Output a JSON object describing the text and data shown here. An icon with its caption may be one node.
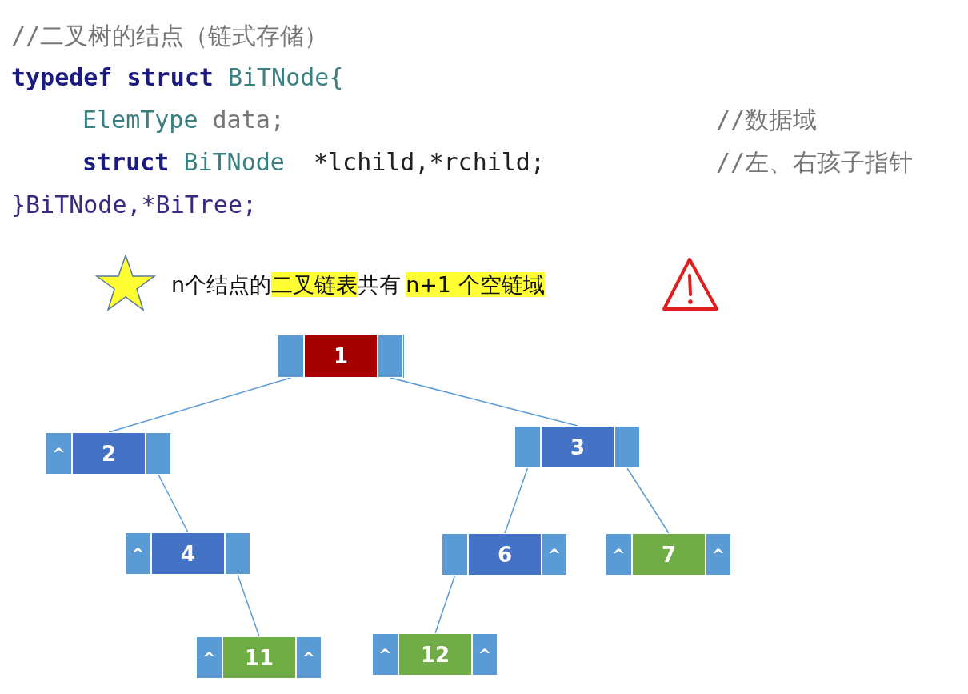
{
  "diagram": {
    "nodes": [
      {
        "text": [],
        "shape": "box"
      },
      {
        "text": [],
        "shape": "box",
        "in": 0
      },
      {
        "text": [
          "1"
        ],
        "in": 0
      },
      {
        "text": [],
        "shape": "box",
        "in": 0
      },
      {
        "text": [],
        "shape": "box"
      },
      {
        "text": [
          "^"
        ],
        "in": 4
      },
      {
        "text": [
          "2"
        ],
        "in": 4
      },
      {
        "text": [],
        "shape": "box",
        "in": 4
      },
      {
        "text": [],
        "shape": "box"
      },
      {
        "text": [],
        "shape": "box",
        "in": 8
      },
      {
        "text": [
          "3"
        ],
        "in": 8
      },
      {
        "text": [],
        "shape": "box",
        "in": 8
      },
      {
        "text": [],
        "shape": "box"
      },
      {
        "text": [
          "^"
        ],
        "in": 12
      },
      {
        "text": [
          "4"
        ],
        "in": 12
      },
      {
        "text": [],
        "shape": "box",
        "in": 12
      },
      {
        "text": [],
        "shape": "box"
      },
      {
        "text": [],
        "shape": "box",
        "in": 16
      },
      {
        "text": [
          "6"
        ],
        "in": 16
      },
      {
        "text": [
          "^"
        ],
        "in": 16
      },
      {
        "text": [],
        "shape": "box"
      },
      {
        "text": [
          "^"
        ],
        "in": 20
      },
      {
        "text": [
          "7"
        ],
        "in": 20
      },
      {
        "text": [
          "^"
        ],
        "in": 20
      },
      {
        "text": [],
        "shape": "box"
      },
      {
        "text": [
          "^"
        ],
        "in": 24
      },
      {
        "text": [
          "11"
        ],
        "in": 24
      },
      {
        "text": [
          "^"
        ],
        "in": 24
      },
      {
        "text": [],
        "shape": "box"
      },
      {
        "text": [
          "^"
        ],
        "in": 28
      },
      {
        "text": [
          "12"
        ],
        "in": 28
      },
      {
        "text": [
          "^"
        ],
        "in": 28
      }
    ],
    "edges": [
      {
        "from": 1,
        "to": 4,
        "arrow": "none"
      },
      {
        "from": 3,
        "to": 8,
        "arrow": "none"
      },
      {
        "from": 7,
        "to": 12,
        "arrow": "none"
      },
      {
        "from": 15,
        "to": 24,
        "arrow": "none"
      },
      {
        "from": 9,
        "to": 16,
        "arrow": "none"
      },
      {
        "from": 11,
        "to": 20,
        "arrow": "none"
      },
      {
        "from": 17,
        "to": 28,
        "arrow": "none"
      }
    ],
    "labels": [
      "//二叉树的结点（链式存储）",
      "typedef struct BiTNode{",
      "ElemType data;",
      "//数据域",
      "struct BiTNode  *lchild,*rchild;",
      "//左、右孩子指针",
      "}BiTNode,*BiTree;",
      "n个结点的",
      "二叉链表",
      "共有",
      "n+1 个空链域"
    ]
  }
}
